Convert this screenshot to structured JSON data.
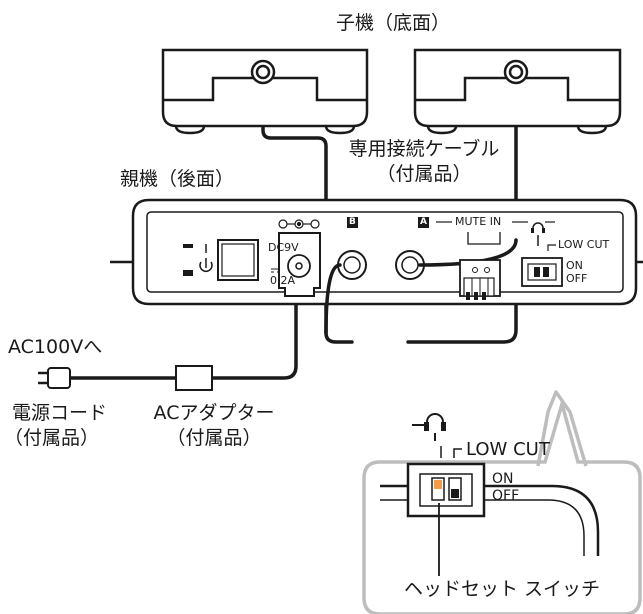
{
  "labels": {
    "subunit": "子機（底面）",
    "cable_line1": "専用接続ケーブル",
    "cable_line2": "（付属品）",
    "base_unit": "親機（後面）",
    "ac_power": "AC100Vへ",
    "power_cord_line1": "電源コード",
    "power_cord_line2": "（付属品）",
    "adapter_line1": "ACアダプター",
    "adapter_line2": "（付属品）",
    "headset_switch": "ヘッドセット スイッチ"
  },
  "panel": {
    "dc_rating_top": "DC9V",
    "dc_rating_bottom": "0.2A",
    "jack_b": "B",
    "jack_a": "A",
    "mute_in": "MUTE IN",
    "low_cut": "LOW CUT",
    "on": "ON",
    "off": "OFF"
  },
  "zoom": {
    "low_cut": "LOW CUT",
    "on": "ON",
    "off": "OFF"
  },
  "colors": {
    "line": "#1a1a1a",
    "callout_border": "#bdbdbd",
    "switch_knob": "#f39c4a"
  }
}
